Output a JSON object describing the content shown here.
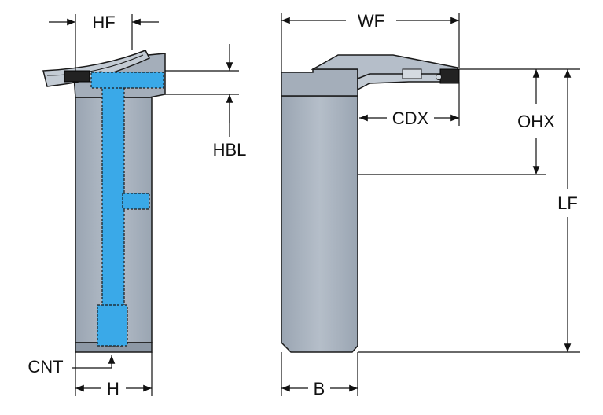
{
  "colors": {
    "body": "#a4aeba",
    "body_light": "#c3cbd4",
    "body_dark": "#8d98a5",
    "coolant": "#3aa9e8",
    "outline": "#1a1a1a",
    "dim_line": "#111111",
    "background": "#ffffff"
  },
  "labels": {
    "hf": "HF",
    "hbl": "HBL",
    "cnt": "CNT",
    "h": "H",
    "wf": "WF",
    "cdx": "CDX",
    "ohx": "OHX",
    "lf": "LF",
    "b": "B"
  }
}
